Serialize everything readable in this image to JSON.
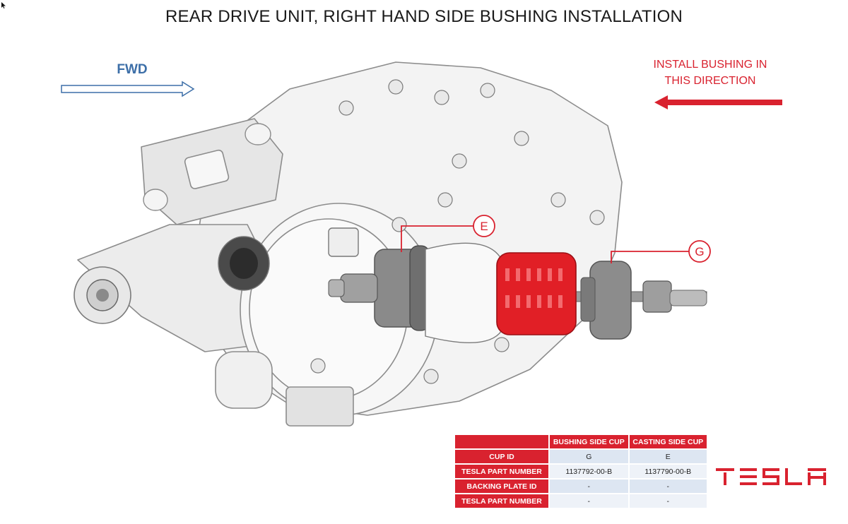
{
  "title": "REAR DRIVE UNIT, RIGHT HAND SIDE BUSHING INSTALLATION",
  "fwd_label": "FWD",
  "install_label_lines": [
    "INSTALL BUSHING IN",
    "THIS DIRECTION"
  ],
  "callouts": {
    "e": "E",
    "g": "G"
  },
  "colors": {
    "accent_red": "#d9222f",
    "fwd_blue": "#3d6fa8",
    "table_cell": "#dde6f2"
  },
  "table": {
    "columns": [
      "BUSHING SIDE CUP",
      "CASTING SIDE CUP"
    ],
    "rows": [
      {
        "label": "CUP ID",
        "values": [
          "G",
          "E"
        ]
      },
      {
        "label": "TESLA PART NUMBER",
        "values": [
          "1137792-00-B",
          "1137790-00-B"
        ]
      },
      {
        "label": "BACKING PLATE ID",
        "values": [
          "-",
          "-"
        ]
      },
      {
        "label": "TESLA PART NUMBER",
        "values": [
          "-",
          "-"
        ]
      }
    ]
  },
  "logo_text": "TESLA"
}
